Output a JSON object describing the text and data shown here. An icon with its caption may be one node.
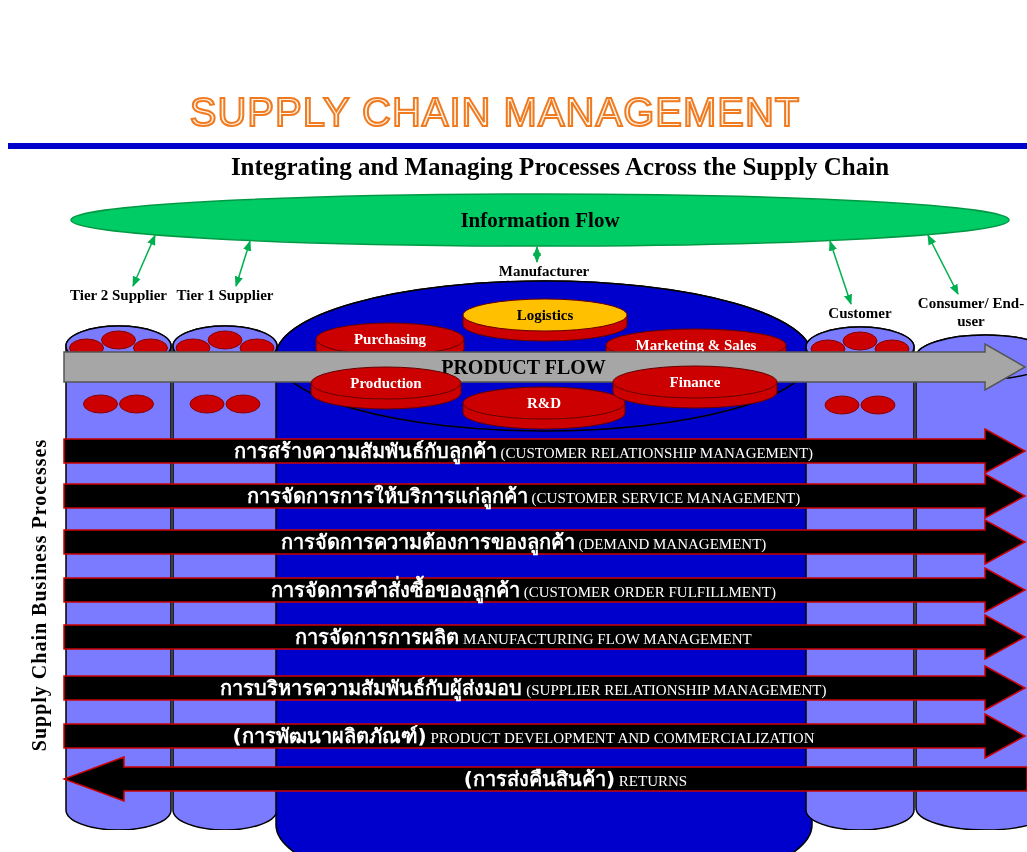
{
  "diagram": {
    "title": "SUPPLY CHAIN MANAGEMENT",
    "nodes": [
      {
        "text": [
          "Information Flow"
        ]
      },
      {
        "text": [
          "Tier 2 Supplier"
        ]
      },
      {
        "text": [
          "Tier 1 Supplier"
        ]
      },
      {
        "text": [
          "Manufacturer"
        ]
      },
      {
        "text": [
          "Purchasing"
        ],
        "in": 3
      },
      {
        "text": [
          "Logistics"
        ],
        "in": 3
      },
      {
        "text": [
          "Marketing & Sales"
        ],
        "in": 3
      },
      {
        "text": [
          "Production"
        ],
        "in": 3
      },
      {
        "text": [
          "R&D"
        ],
        "in": 3
      },
      {
        "text": [
          "Finance"
        ],
        "in": 3
      },
      {
        "text": [
          "Customer"
        ]
      },
      {
        "text": [
          "Consumer/ End-user"
        ]
      },
      {
        "text": [
          "PRODUCT FLOW"
        ]
      },
      {
        "text": [
          "**การสร้างความสัมพันธ์กับลูกค้า** (CUSTOMER RELATIONSHIP MANAGEMENT)"
        ]
      },
      {
        "text": [
          "**การจัดการการให้บริการแก่ลูกค้า** (CUSTOMER SERVICE MANAGEMENT)"
        ]
      },
      {
        "text": [
          "**การจัดการความต้องการของลูกค้า** (DEMAND MANAGEMENT)"
        ]
      },
      {
        "text": [
          "**การจัดการคำสั่งซื้อของลูกค้า** (CUSTOMER ORDER FULFILLMENT)"
        ]
      },
      {
        "text": [
          "**การจัดการการผลิต** MANUFACTURING FLOW MANAGEMENT"
        ]
      },
      {
        "text": [
          "**การบริหารความสัมพันธ์กับผู้ส่งมอบ** (SUPPLIER RELATIONSHIP MANAGEMENT)"
        ]
      },
      {
        "text": [
          "**(การพัฒนาผลิตภัณฑ์)** PRODUCT DEVELOPMENT AND COMMERCIALIZATION"
        ]
      },
      {
        "text": [
          "**(การส่งคืนสินค้า)** RETURNS"
        ]
      }
    ],
    "edges": [
      {
        "from": 0,
        "to": 1,
        "arrow": "both"
      },
      {
        "from": 0,
        "to": 2,
        "arrow": "both"
      },
      {
        "from": 0,
        "to": 3,
        "arrow": "both"
      },
      {
        "from": 0,
        "to": 10,
        "arrow": "both"
      },
      {
        "from": 0,
        "to": 11,
        "arrow": "both"
      }
    ],
    "labels": [
      "Integrating and Managing Processes Across the Supply Chain",
      "Supply Chain Business Processes"
    ]
  }
}
